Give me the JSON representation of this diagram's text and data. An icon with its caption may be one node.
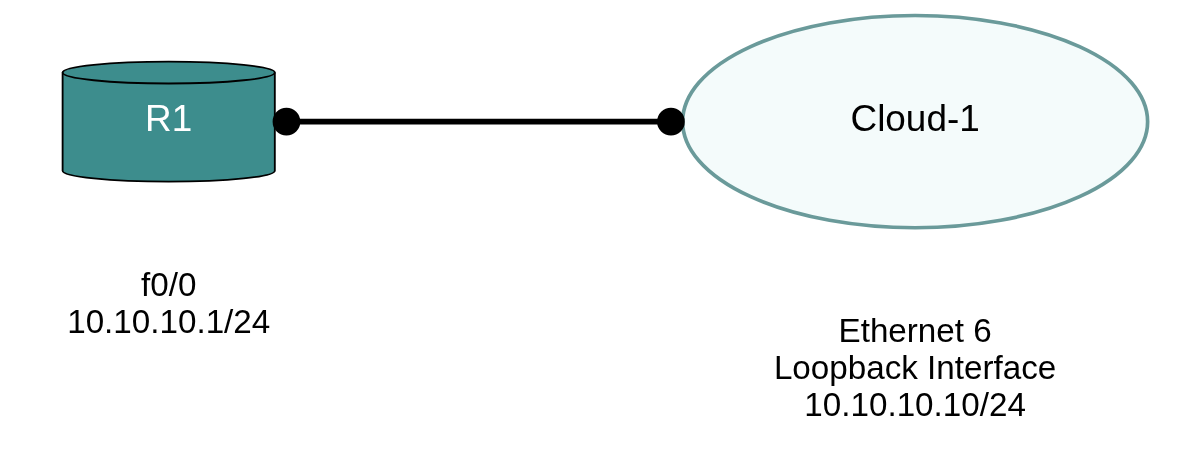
{
  "diagram": {
    "nodes": [
      {
        "text": [
          "R1"
        ],
        "beside": [
          "f0/0",
          "10.10.10.1/24"
        ]
      },
      {
        "text": [
          "Cloud-1"
        ],
        "beside": [
          "Ethernet 6",
          "Loopback Interface",
          "10.10.10.10/24"
        ]
      }
    ],
    "edges": [
      {
        "from": 0,
        "to": 1,
        "arrow": "other"
      }
    ]
  }
}
